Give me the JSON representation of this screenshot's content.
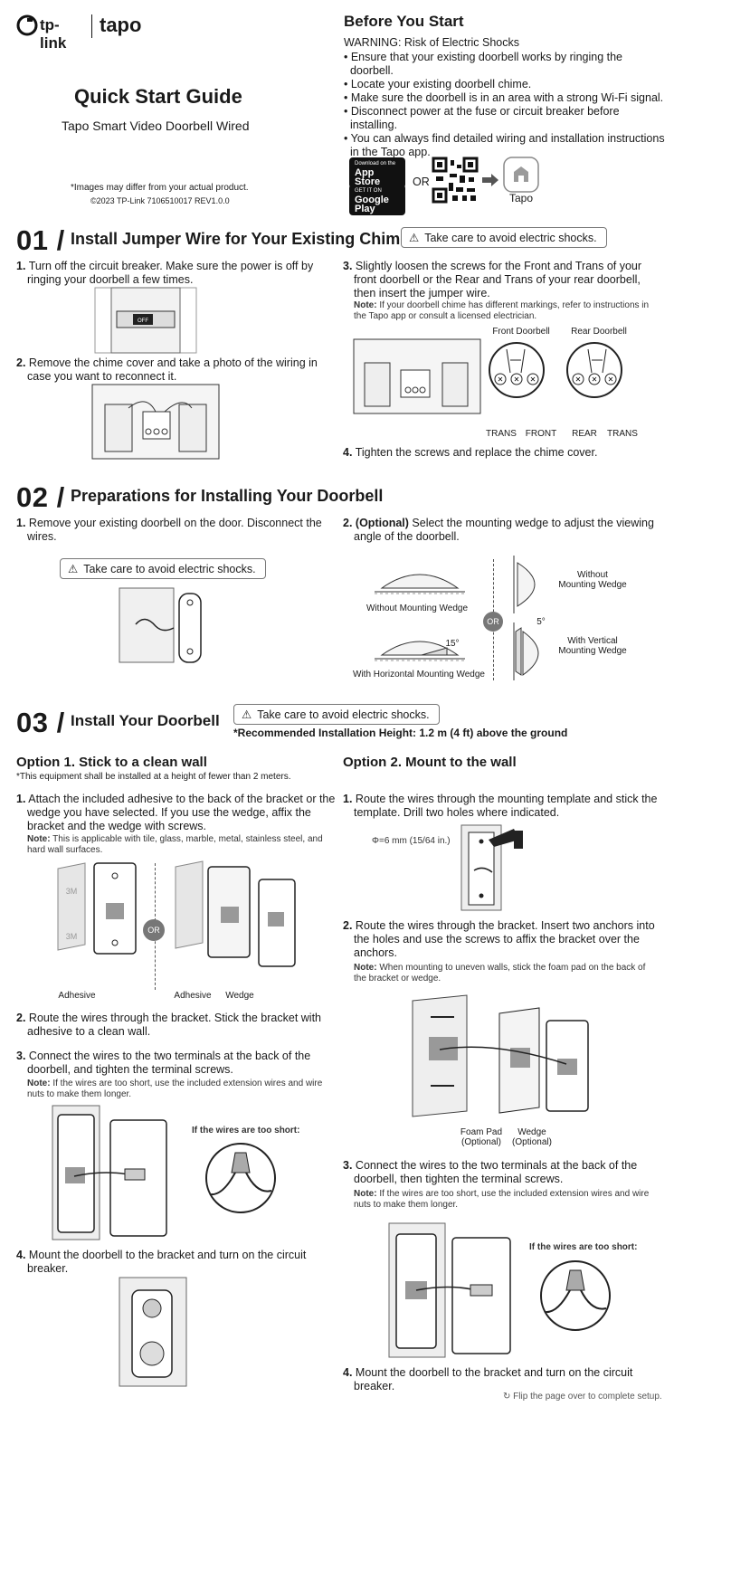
{
  "header": {
    "brand_tplink": "tp-link",
    "brand_tapo": "tapo",
    "title": "Quick Start Guide",
    "product": "Tapo Smart Video Doorbell Wired",
    "disclaimer": "*Images may differ from your actual product.",
    "copyright": "©2023 TP-Link  7106510017  REV1.0.0"
  },
  "before_start": {
    "title": "Before You Start",
    "warning": "WARNING: Risk of Electric Shocks",
    "bullets": [
      "• Ensure that your existing doorbell works by ringing the",
      "  doorbell.",
      "• Locate your existing doorbell chime.",
      "• Make sure the doorbell is in an area with a strong Wi-Fi signal.",
      "• Disconnect power at the fuse or circuit breaker before",
      "  installing.",
      "• You can always find detailed wiring and installation instructions",
      "  in the Tapo app."
    ],
    "appstore_small": "Download on the",
    "appstore_big": "App Store",
    "googleplay_small": "GET IT ON",
    "googleplay_big": "Google Play",
    "or": "OR",
    "tapo_label": "Tapo"
  },
  "s1": {
    "num": "01 /",
    "title": "Install Jumper Wire for Your Existing Chime",
    "warning": "Take care to avoid electric shocks.",
    "step1_num": "1.",
    "step1_a": "Turn off the circuit breaker. Make sure the power is off by",
    "step1_b": "ringing your doorbell a few times.",
    "off_label": "OFF",
    "step2_num": "2.",
    "step2_a": "Remove the chime cover and take a photo of the wiring in",
    "step2_b": "case you want to reconnect it.",
    "step3_num": "3.",
    "step3_a": "Slightly loosen the screws for the Front and Trans of your",
    "step3_b": "front doorbell or the Rear and Trans of your rear doorbell,",
    "step3_c": "then insert the jumper wire.",
    "step3_note_label": "Note:",
    "step3_note_a": "If your doorbell chime has different markings, refer to instructions in",
    "step3_note_b": "the Tapo app or consult a licensed electrician.",
    "front_doorbell": "Front Doorbell",
    "rear_doorbell": "Rear Doorbell",
    "trans1": "TRANS",
    "front": "FRONT",
    "rear": "REAR",
    "trans2": "TRANS",
    "step4_num": "4.",
    "step4": "Tighten the screws and replace the chime cover."
  },
  "s2": {
    "num": "02 /",
    "title": "Preparations for Installing Your Doorbell",
    "step1_num": "1.",
    "step1_a": "Remove your existing doorbell on the door. Disconnect the",
    "step1_b": "wires.",
    "warning": "Take care to avoid electric shocks.",
    "step2_num": "2.",
    "step2_opt": "(Optional)",
    "step2_a": " Select the mounting wedge to adjust the viewing",
    "step2_b": "angle of the doorbell.",
    "without_wedge": "Without Mounting Wedge",
    "with_horizontal": "With Horizontal Mounting Wedge",
    "angle15": "15°",
    "or": "OR",
    "without_a": "Without",
    "without_b": "Mounting Wedge",
    "angle5": "5°",
    "with_vertical_a": "With Vertical",
    "with_vertical_b": "Mounting Wedge"
  },
  "s3": {
    "num": "03 /",
    "title": "Install Your Doorbell",
    "warning": "Take care to avoid electric shocks.",
    "height_note": "*Recommended Installation Height: 1.2 m (4 ft) above the ground",
    "opt1": {
      "title": "Option 1. Stick to a clean wall",
      "sub": "*This equipment shall be installed at a height of fewer than 2 meters.",
      "step1_num": "1.",
      "step1_a": "Attach the included adhesive to the back of the bracket or the",
      "step1_b": "wedge you have selected. If you use the wedge, affix the",
      "step1_c": "bracket and the wedge with screws.",
      "note_label": "Note:",
      "note_a": "This is applicable with tile, glass, marble, metal, stainless steel, and",
      "note_b": "hard wall surfaces.",
      "adh3m": "3M",
      "or": "OR",
      "adhesive1": "Adhesive",
      "adhesive2": "Adhesive",
      "wedge": "Wedge",
      "step2_num": "2.",
      "step2_a": "Route the wires through the bracket. Stick the bracket with",
      "step2_b": "adhesive to a clean wall.",
      "step3_num": "3.",
      "step3_a": "Connect the wires to the two terminals at the back of the",
      "step3_b": "doorbell, and tighten the terminal screws.",
      "note2_label": "Note:",
      "note2_a": "If the wires are too short, use the included extension wires and wire",
      "note2_b": "nuts to make them longer.",
      "too_short": "If the wires are too short:",
      "step4_num": "4.",
      "step4_a": "Mount the doorbell to the bracket and turn on the circuit",
      "step4_b": "breaker."
    },
    "opt2": {
      "title": "Option 2. Mount to the wall",
      "step1_num": "1.",
      "step1_a": "Route the wires through the mounting template and stick the",
      "step1_b": "template. Drill two holes where indicated.",
      "drill": "Φ=6 mm (15/64 in.)",
      "step2_num": "2.",
      "step2_a": "Route the wires through the bracket. Insert two anchors into",
      "step2_b": "the holes and use the screws to affix the bracket over the",
      "step2_c": "anchors.",
      "note_label": "Note:",
      "note_a": "When mounting to uneven walls, stick the foam pad on the back of",
      "note_b": "the bracket or wedge.",
      "foam_a": "Foam Pad",
      "foam_b": "(Optional)",
      "wedge_a": "Wedge",
      "wedge_b": "(Optional)",
      "step3_num": "3.",
      "step3_a": "Connect the wires to the two terminals at the back of the",
      "step3_b": "doorbell, then tighten the terminal screws.",
      "note2_label": "Note:",
      "note2_a": "If the wires are too short, use the included extension wires and wire",
      "note2_b": "nuts to make them longer.",
      "too_short": "If the wires are too short:",
      "step4_num": "4.",
      "step4_a": "Mount the doorbell to the bracket and turn on the circuit",
      "step4_b": "breaker."
    },
    "flip": "Flip the page over to complete setup."
  }
}
